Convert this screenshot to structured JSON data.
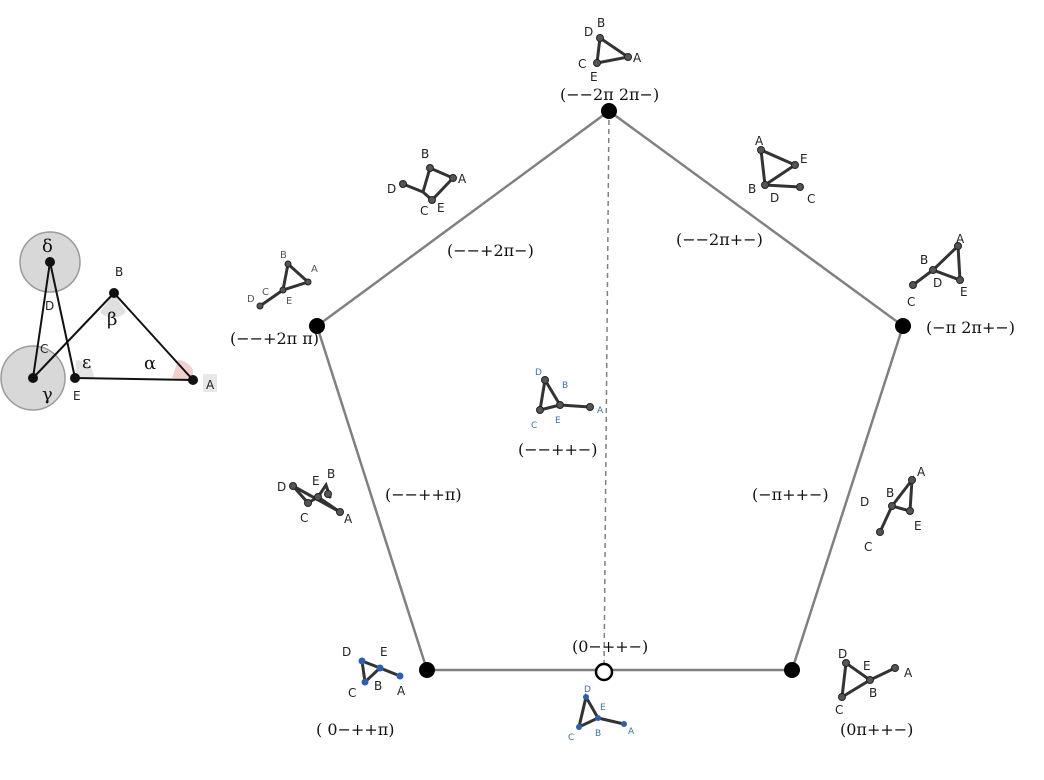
{
  "vertices": [
    {
      "id": "top",
      "label": "(−−2π 2π−)"
    },
    {
      "id": "right",
      "label": "(−π 2π+−)"
    },
    {
      "id": "bottom-right",
      "label": "(0π++−)"
    },
    {
      "id": "bottom-left",
      "label": "( 0−++π)"
    },
    {
      "id": "left",
      "label": "(−−+2π π)"
    },
    {
      "id": "bottom-mid",
      "label": "(0−++−)"
    }
  ],
  "edges": [
    {
      "id": "top-right",
      "label": "(−−2π+−)"
    },
    {
      "id": "right-bottom-right",
      "label": "(−π++−)"
    },
    {
      "id": "bottom-left-left",
      "label": "(−−++π)"
    },
    {
      "id": "left-top",
      "label": "(−−+2π−)"
    }
  ],
  "center": {
    "label": "(−−++−)"
  },
  "reference": {
    "points": [
      "δ",
      "B",
      "D",
      "β",
      "C",
      "ε",
      "α",
      "A",
      "γ",
      "E"
    ]
  },
  "icon_letters": [
    "A",
    "B",
    "C",
    "D",
    "E"
  ]
}
